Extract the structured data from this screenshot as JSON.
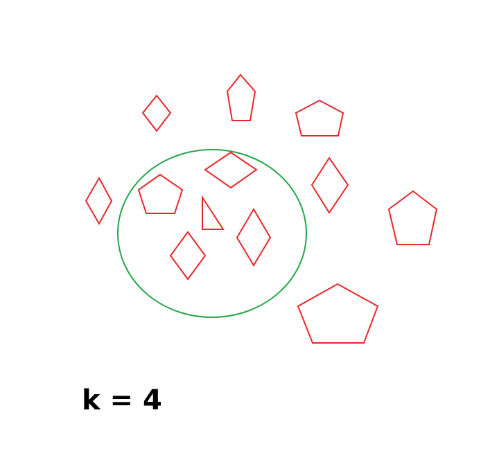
{
  "k_label": "k = 4",
  "colors": {
    "shape_stroke": "#e8262a",
    "neighborhood_circle": "#22a646",
    "background": "#ffffff",
    "text": "#000000"
  },
  "shapes": [
    {
      "name": "diamond-top-left",
      "kind": "diamond"
    },
    {
      "name": "pentagon-top-middle",
      "kind": "pentagon"
    },
    {
      "name": "pentagon-top-right",
      "kind": "pentagon"
    },
    {
      "name": "diamond-far-left",
      "kind": "diamond"
    },
    {
      "name": "diamond-right-middle",
      "kind": "diamond"
    },
    {
      "name": "pentagon-far-right",
      "kind": "pentagon"
    },
    {
      "name": "pentagon-bottom-right",
      "kind": "pentagon"
    },
    {
      "name": "diamond-inside-top",
      "kind": "diamond"
    },
    {
      "name": "pentagon-inside-left",
      "kind": "pentagon"
    },
    {
      "name": "query-triangle",
      "kind": "triangle"
    },
    {
      "name": "diamond-inside-right",
      "kind": "diamond"
    },
    {
      "name": "diamond-inside-bottom",
      "kind": "diamond"
    }
  ],
  "neighborhood": {
    "name": "k-nearest-neighborhood-circle"
  }
}
